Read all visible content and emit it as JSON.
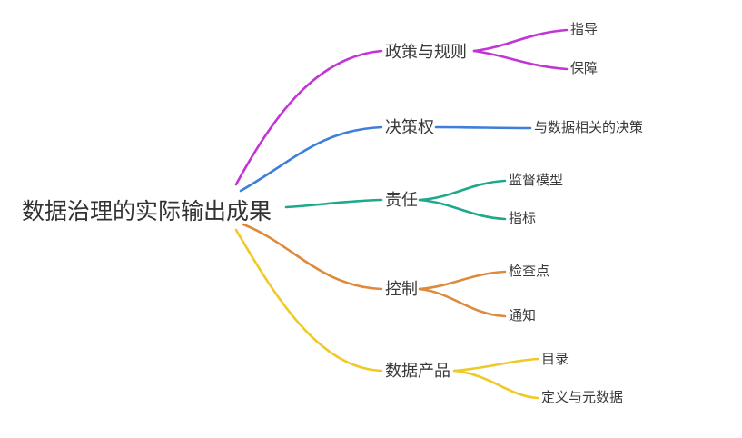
{
  "diagram": {
    "type": "mindmap",
    "background": "#ffffff",
    "text_color": "#3a3a3a",
    "root": {
      "label": "数据治理的实际输出成果"
    },
    "branches": [
      {
        "label": "政策与规则",
        "color": "#c035d4",
        "children": [
          {
            "label": "指导"
          },
          {
            "label": "保障"
          }
        ]
      },
      {
        "label": "决策权",
        "color": "#3d7fd9",
        "children": [
          {
            "label": "与数据相关的决策"
          }
        ]
      },
      {
        "label": "责任",
        "color": "#1fa98c",
        "children": [
          {
            "label": "监督模型"
          },
          {
            "label": "指标"
          }
        ]
      },
      {
        "label": "控制",
        "color": "#dd8a3c",
        "children": [
          {
            "label": "检查点"
          },
          {
            "label": "通知"
          }
        ]
      },
      {
        "label": "数据产品",
        "color": "#f0c929",
        "children": [
          {
            "label": "目录"
          },
          {
            "label": "定义与元数据"
          }
        ]
      }
    ]
  }
}
